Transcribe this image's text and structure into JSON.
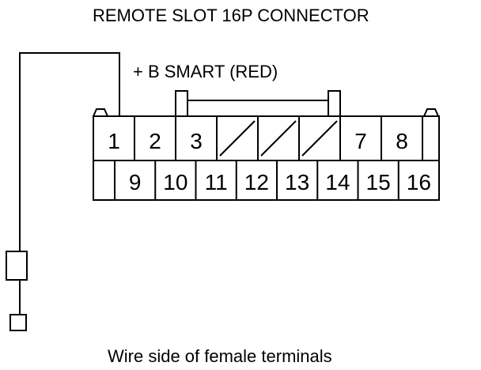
{
  "diagram": {
    "title": "REMOTE SLOT 16P CONNECTOR",
    "wire_label": "+ B SMART (RED)",
    "caption": "Wire side of female terminals",
    "top_row": [
      {
        "label": "1",
        "blank": false
      },
      {
        "label": "2",
        "blank": false
      },
      {
        "label": "3",
        "blank": false
      },
      {
        "label": "",
        "blank": true
      },
      {
        "label": "",
        "blank": true
      },
      {
        "label": "",
        "blank": true
      },
      {
        "label": "7",
        "blank": false
      },
      {
        "label": "8",
        "blank": false
      }
    ],
    "bottom_row": [
      "9",
      "10",
      "11",
      "12",
      "13",
      "14",
      "15",
      "16"
    ],
    "colors": {
      "line": "#000000",
      "background": "#ffffff"
    }
  }
}
